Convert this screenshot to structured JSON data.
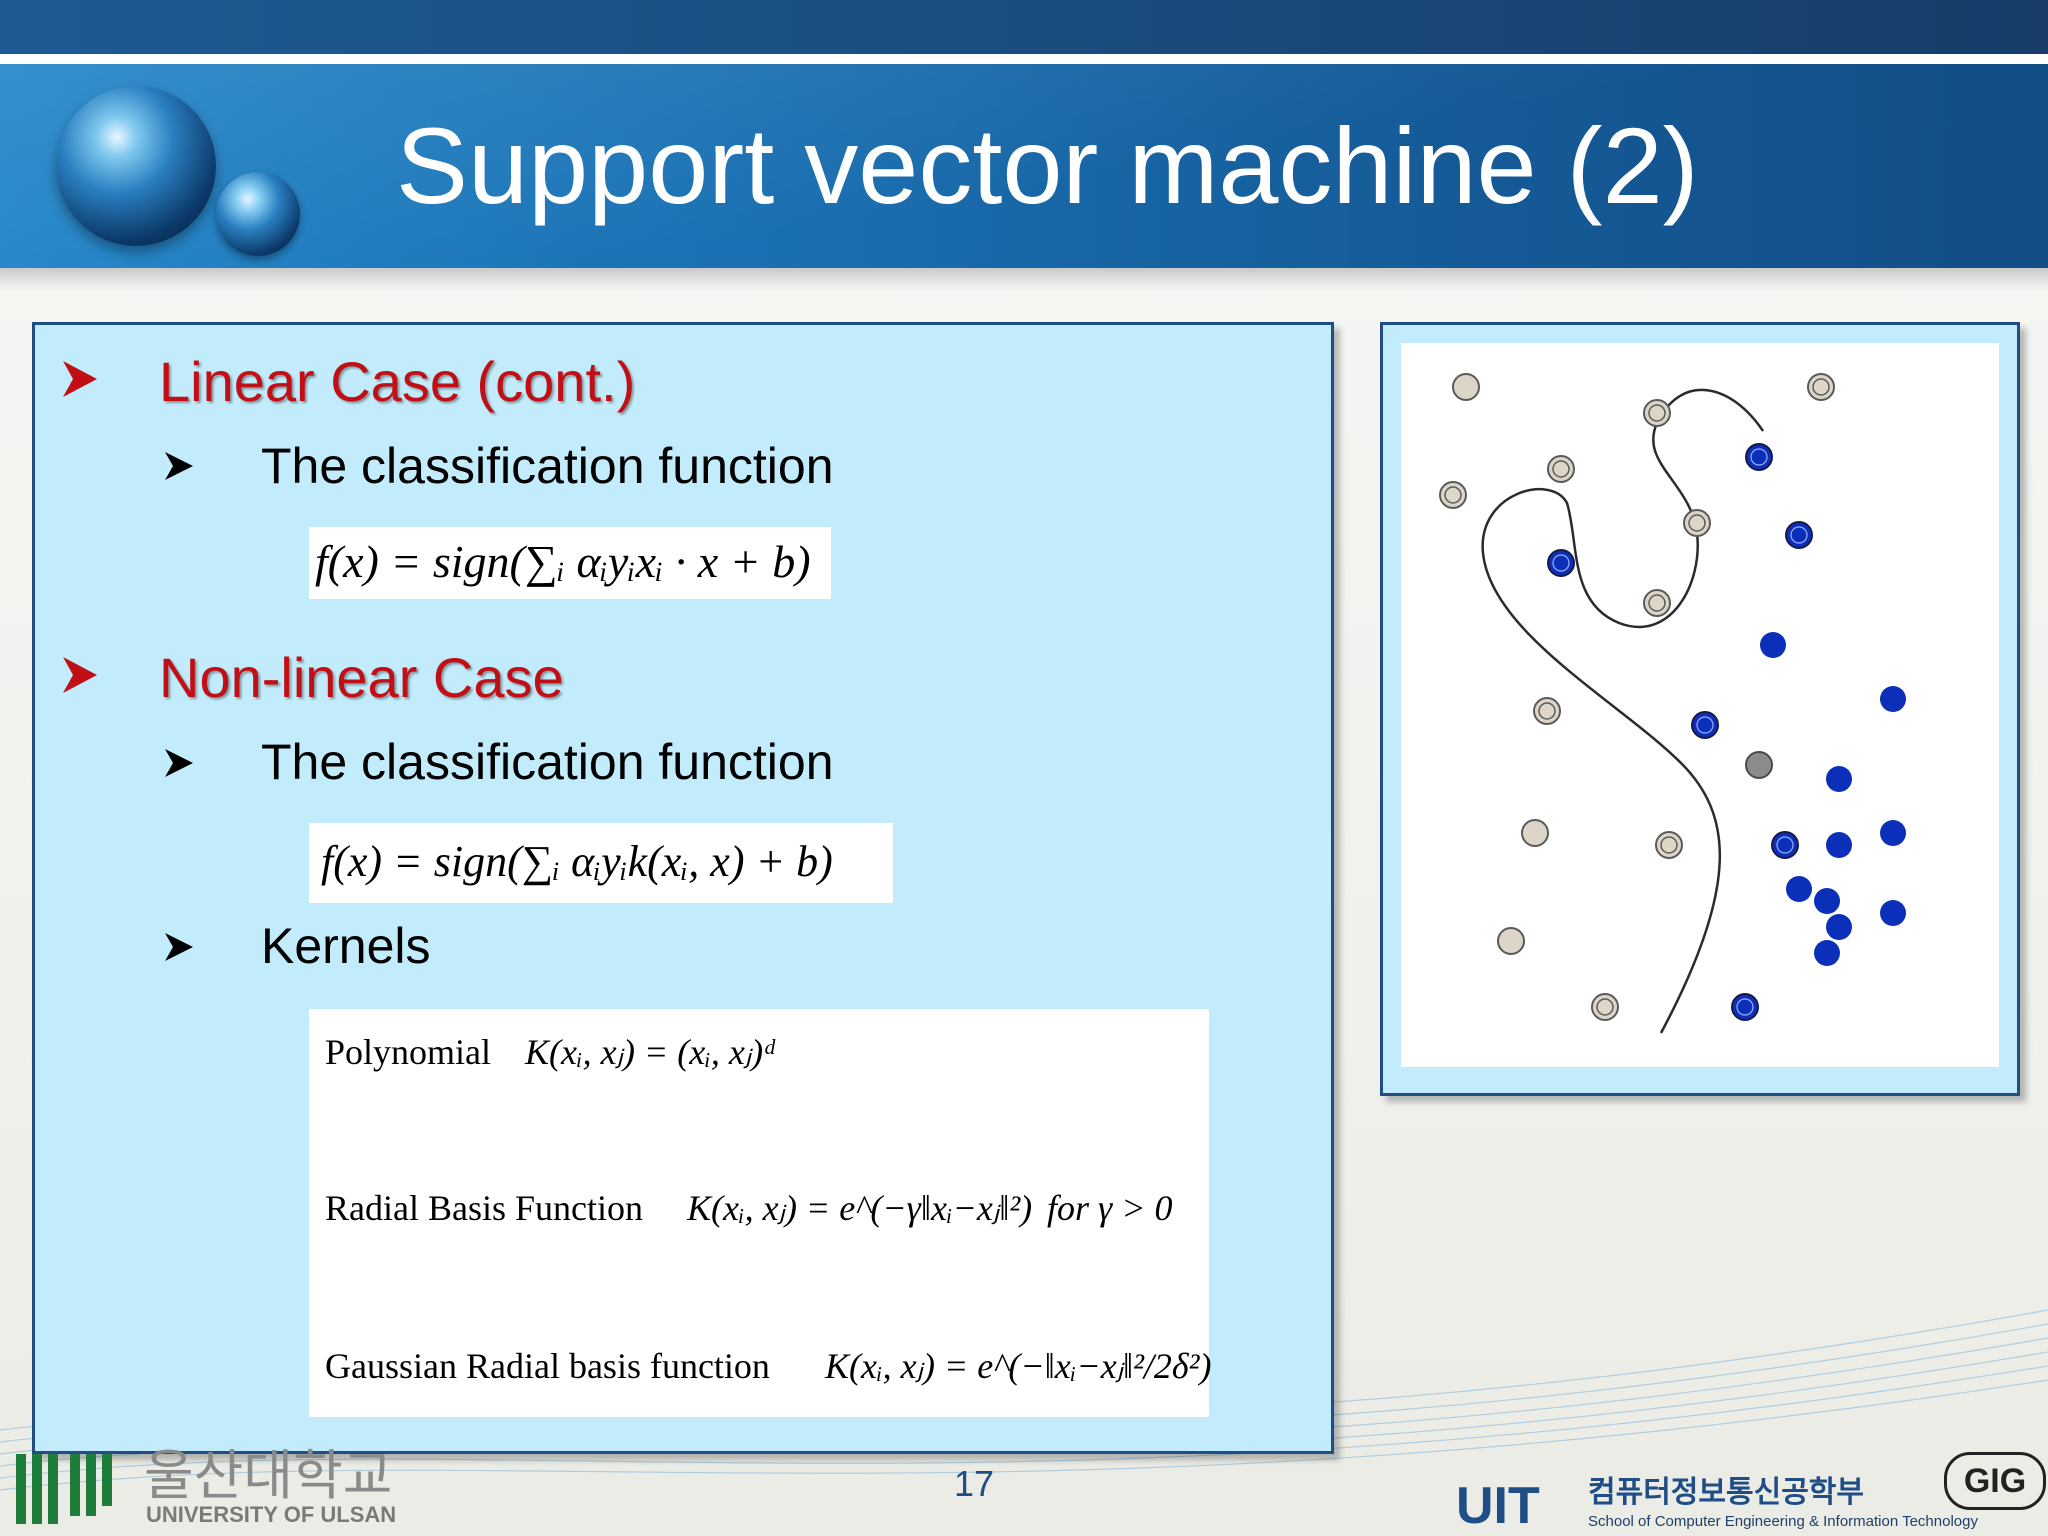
{
  "slide": {
    "title": "Support vector machine (2)",
    "page_number": "17"
  },
  "sections": [
    {
      "heading": "Linear Case (cont.)",
      "sub_heading": "The classification function",
      "formula": "f(x) = sign(∑ᵢ αᵢyᵢxᵢ · x + b)"
    },
    {
      "heading": "Non-linear Case",
      "sub_heading": "The classification function",
      "formula": "f(x) = sign(∑ᵢ αᵢyᵢk(xᵢ, x) + b)",
      "kernels_heading": "Kernels"
    }
  ],
  "kernels": [
    {
      "name": "Polynomial",
      "formula": "K(xᵢ, xⱼ) = (xᵢ, xⱼ)ᵈ"
    },
    {
      "name": "Radial Basis Function",
      "formula": "K(xᵢ, xⱼ) = e^(−γ‖xᵢ−xⱼ‖²)",
      "condition": "for γ > 0"
    },
    {
      "name": "Gaussian Radial basis function",
      "formula": "K(xᵢ, xⱼ) = e^(−‖xᵢ−xⱼ‖²/2δ²)"
    }
  ],
  "footer": {
    "left_logo_korean": "울산대학교",
    "left_logo_english": "UNIVERSITY OF ULSAN",
    "right_logo_abbrev": "UIT",
    "right_logo_korean": "컴퓨터정보통신공학부",
    "right_logo_english": "School of Computer Engineering & Information Technology",
    "right_badge": "GIG"
  },
  "colors": {
    "title_bar": "#1a6eb0",
    "panel_bg": "#c2ecfb",
    "panel_border": "#1f4d86",
    "heading_red": "#c20e15",
    "class_a_fill": "#dcd5c8",
    "class_b_fill": "#0b2fb8"
  }
}
